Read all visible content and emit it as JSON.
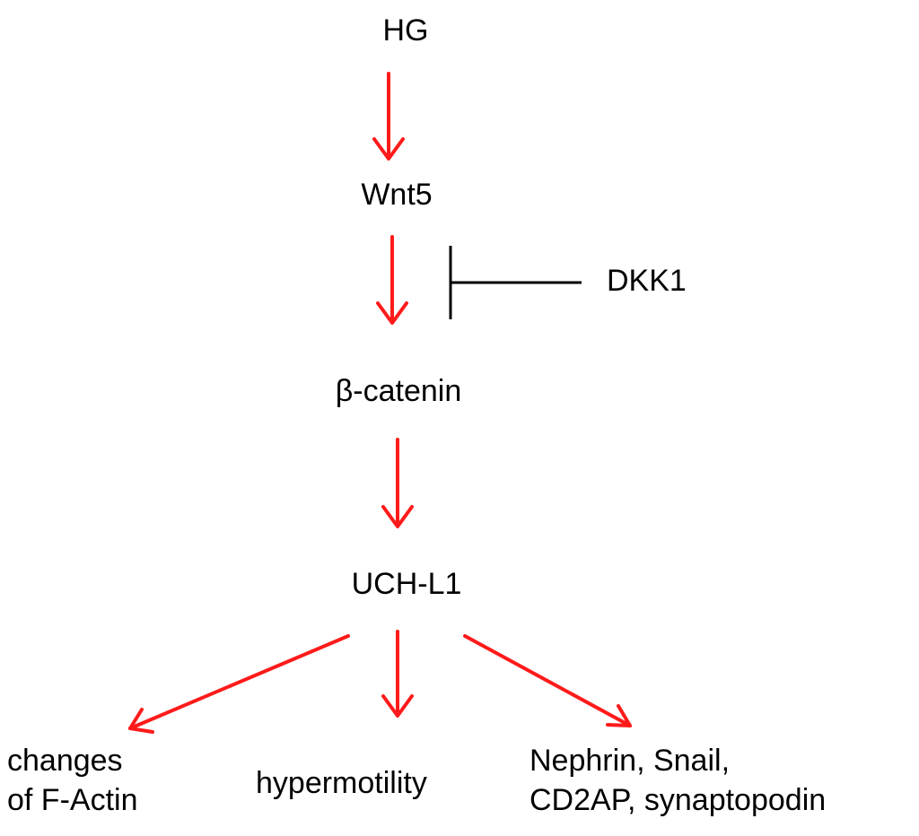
{
  "nodes": {
    "hg": "HG",
    "wnt5": "Wnt5",
    "dkk1": "DKK1",
    "beta_catenin": "β-catenin",
    "uchl1": "UCH-L1",
    "factin_line1": "changes",
    "factin_line2": "of F-Actin",
    "hypermotility": "hypermotility",
    "nephrin_line1": "Nephrin, Snail,",
    "nephrin_line2": "CD2AP, synaptopodin"
  },
  "edges": [
    {
      "from": "HG",
      "to": "Wnt5",
      "type": "activation"
    },
    {
      "from": "Wnt5",
      "to": "β-catenin",
      "type": "activation"
    },
    {
      "from": "DKK1",
      "to": "Wnt5 → β-catenin",
      "type": "inhibition"
    },
    {
      "from": "β-catenin",
      "to": "UCH-L1",
      "type": "activation"
    },
    {
      "from": "UCH-L1",
      "to": "changes of F-Actin",
      "type": "activation"
    },
    {
      "from": "UCH-L1",
      "to": "hypermotility",
      "type": "activation"
    },
    {
      "from": "UCH-L1",
      "to": "Nephrin, Snail, CD2AP, synaptopodin",
      "type": "activation"
    }
  ],
  "colors": {
    "activation": "#ff1a1a",
    "inhibition": "#000000",
    "text": "#000000",
    "background": "#ffffff"
  }
}
